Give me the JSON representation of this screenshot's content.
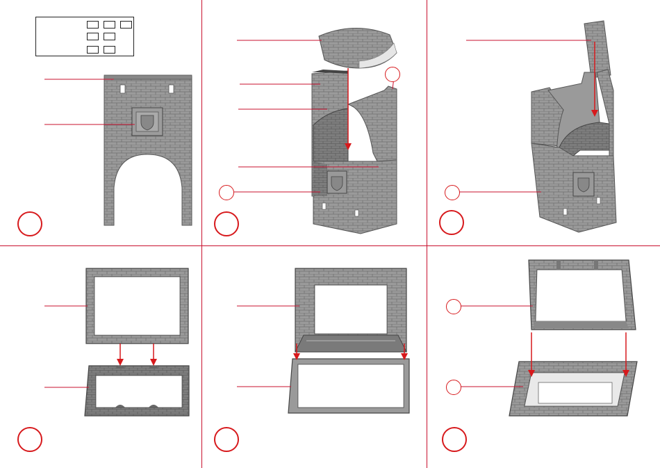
{
  "document": {
    "type": "assembly-instructions",
    "accent_color": "#d7191c",
    "divider_color": "#c8102e",
    "stone_color": "#8f8f8f",
    "steps": [
      {
        "panel": "top-left",
        "callouts": 2,
        "arrows": 0
      },
      {
        "panel": "top-middle",
        "callouts": 4,
        "arrows": 1
      },
      {
        "panel": "top-right",
        "callouts": 2,
        "arrows": 1
      },
      {
        "panel": "bottom-left",
        "callouts": 2,
        "arrows": 2
      },
      {
        "panel": "bottom-middle",
        "callouts": 2,
        "arrows": 2
      },
      {
        "panel": "bottom-right",
        "callouts": 2,
        "arrows": 2
      }
    ]
  }
}
